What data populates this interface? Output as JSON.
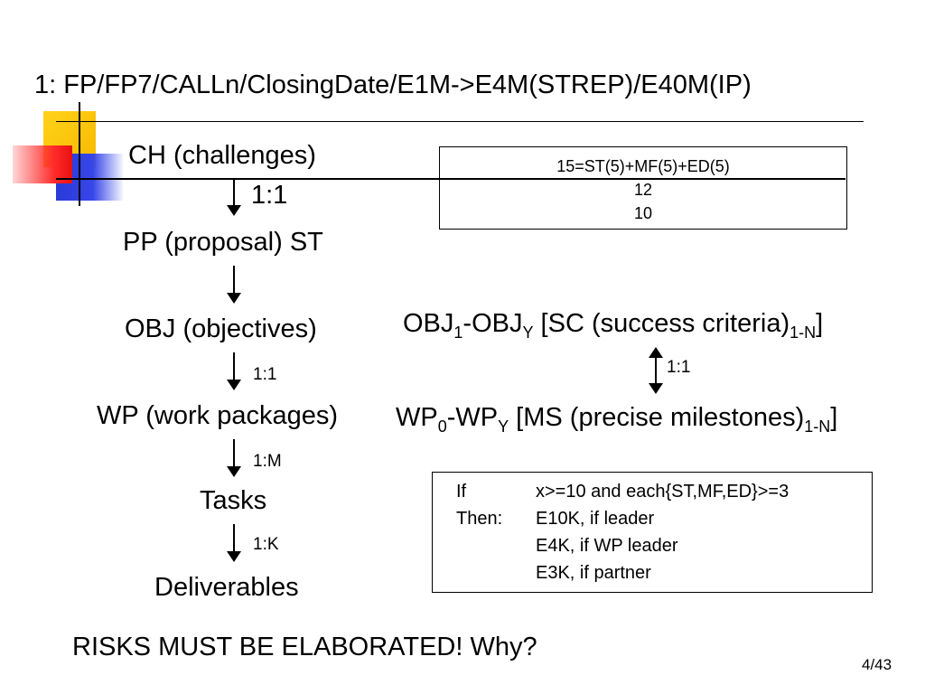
{
  "slide": {
    "title": "1: FP/FP7/CALLn/ClosingDate/E1M->E4M(STREP)/E40M(IP)",
    "page_number": "4/43"
  },
  "flow": {
    "ch": "CH (challenges)",
    "ch_pp_rel": "1:1",
    "pp": "PP (proposal) ST",
    "obj": "OBJ (objectives)",
    "obj_wp_rel": "1:1",
    "wp": "WP (work packages)",
    "wp_tasks_rel": "1:M",
    "tasks": "Tasks",
    "tasks_del_rel": "1:K",
    "deliverables": "Deliverables"
  },
  "score_box": {
    "line1": "15=ST(5)+MF(5)+ED(5)",
    "line2": "12",
    "line3": "10"
  },
  "right": {
    "obj_a": "OBJ",
    "obj_a_sub": "1",
    "obj_dash": "-OBJ",
    "obj_b_sub": "Y",
    "obj_rest": " [SC (success criteria)",
    "obj_range_sub": "1-N",
    "obj_close": "]",
    "rel": "1:1",
    "wp_a": "WP",
    "wp_a_sub": "0",
    "wp_dash": "-WP",
    "wp_b_sub": "Y",
    "wp_rest": " [MS (precise milestones)",
    "wp_range_sub": "1-N",
    "wp_close": "]"
  },
  "condition_box": {
    "if_key": "If",
    "if_val": "x>=10 and each{ST,MF,ED}>=3",
    "then_key": "Then:",
    "then_val": "E10K, if leader",
    "val2": "E4K,   if WP leader",
    "val3": "E3K,   if partner"
  },
  "footer": {
    "risks": "RISKS MUST BE ELABORATED! Why?"
  }
}
